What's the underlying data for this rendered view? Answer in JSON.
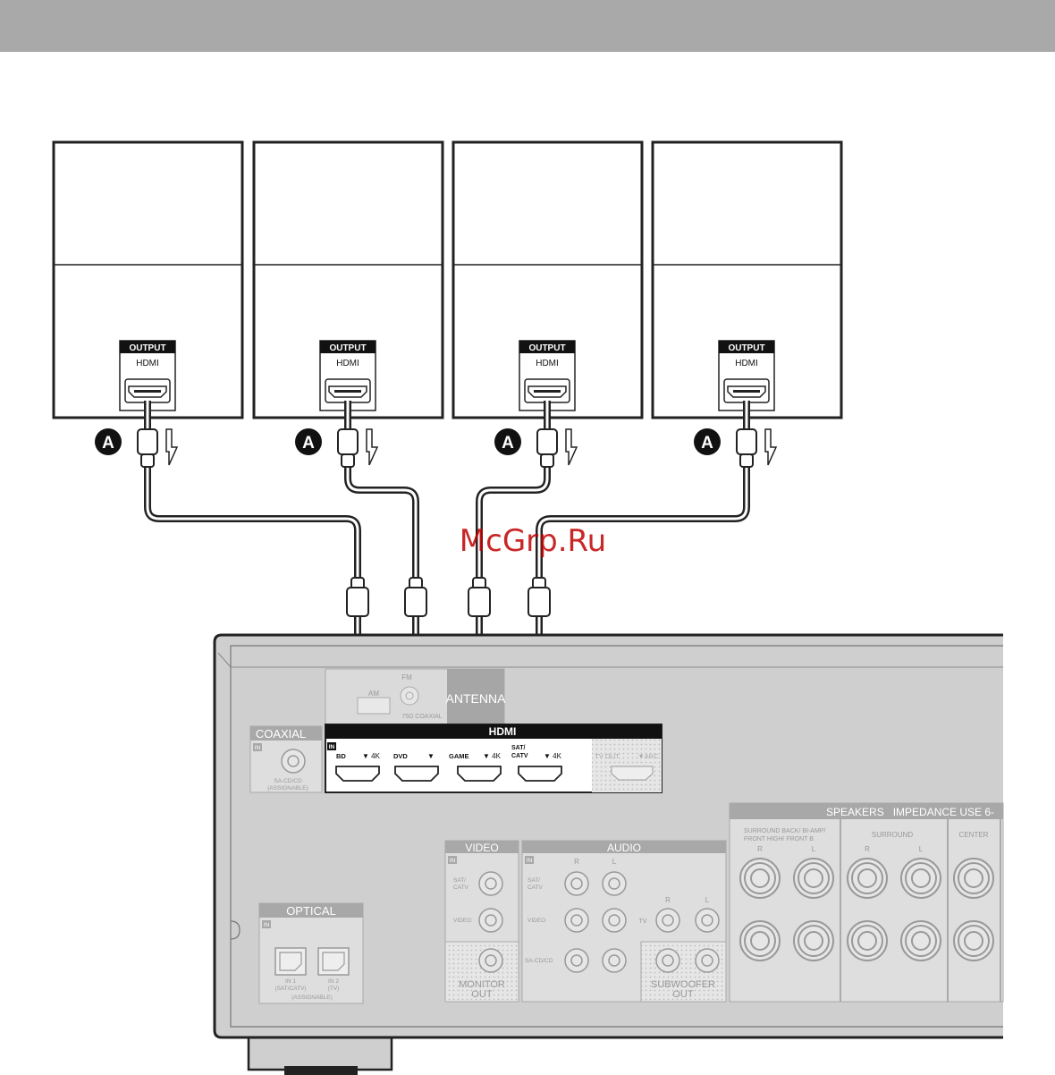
{
  "devices": [
    {
      "output_label": "OUTPUT",
      "port_label": "HDMI",
      "cable_marker": "A"
    },
    {
      "output_label": "OUTPUT",
      "port_label": "HDMI",
      "cable_marker": "A"
    },
    {
      "output_label": "OUTPUT",
      "port_label": "HDMI",
      "cable_marker": "A"
    },
    {
      "output_label": "OUTPUT",
      "port_label": "HDMI",
      "cable_marker": "A"
    }
  ],
  "watermark": "McGrp.Ru",
  "receiver": {
    "antenna": {
      "am": "AM",
      "fm": "FM",
      "fm_sub": "75Ω COAXIAL",
      "label": "ANTENNA"
    },
    "hdmi": {
      "title": "HDMI",
      "in": "IN",
      "inputs": [
        "BD",
        "DVD",
        "GAME",
        "SAT/\nCATV"
      ],
      "tv_out": "TV OUT",
      "arc": "▼ARC"
    },
    "coaxial": {
      "title": "COAXIAL",
      "in": "IN",
      "input": "SA-CD/CD\n(ASSIGNABLE)"
    },
    "optical": {
      "title": "OPTICAL",
      "in": "IN",
      "in1": "IN 1\n(SAT/CATV)",
      "in2": "IN 2\n(TV)",
      "assignable": "(ASSIGNABLE)"
    },
    "video": {
      "title": "VIDEO",
      "in": "IN",
      "rows": [
        "SAT/\nCATV",
        "VIDEO"
      ],
      "monitor_out": "MONITOR\nOUT"
    },
    "audio": {
      "title": "AUDIO",
      "in": "IN",
      "r": "R",
      "l": "L",
      "rows": [
        "SAT/\nCATV",
        "VIDEO",
        "SA-CD/CD"
      ],
      "tv": "TV",
      "subwoofer_out": "SUBWOOFER\nOUT"
    },
    "speakers": {
      "title": "SPEAKERS   IMPEDANCE USE 6-",
      "groups": [
        "SURROUND BACK/ BI-AMP/\nFRONT HIGH/ FRONT B",
        "SURROUND",
        "CENTER"
      ],
      "r": "R",
      "l": "L"
    }
  }
}
